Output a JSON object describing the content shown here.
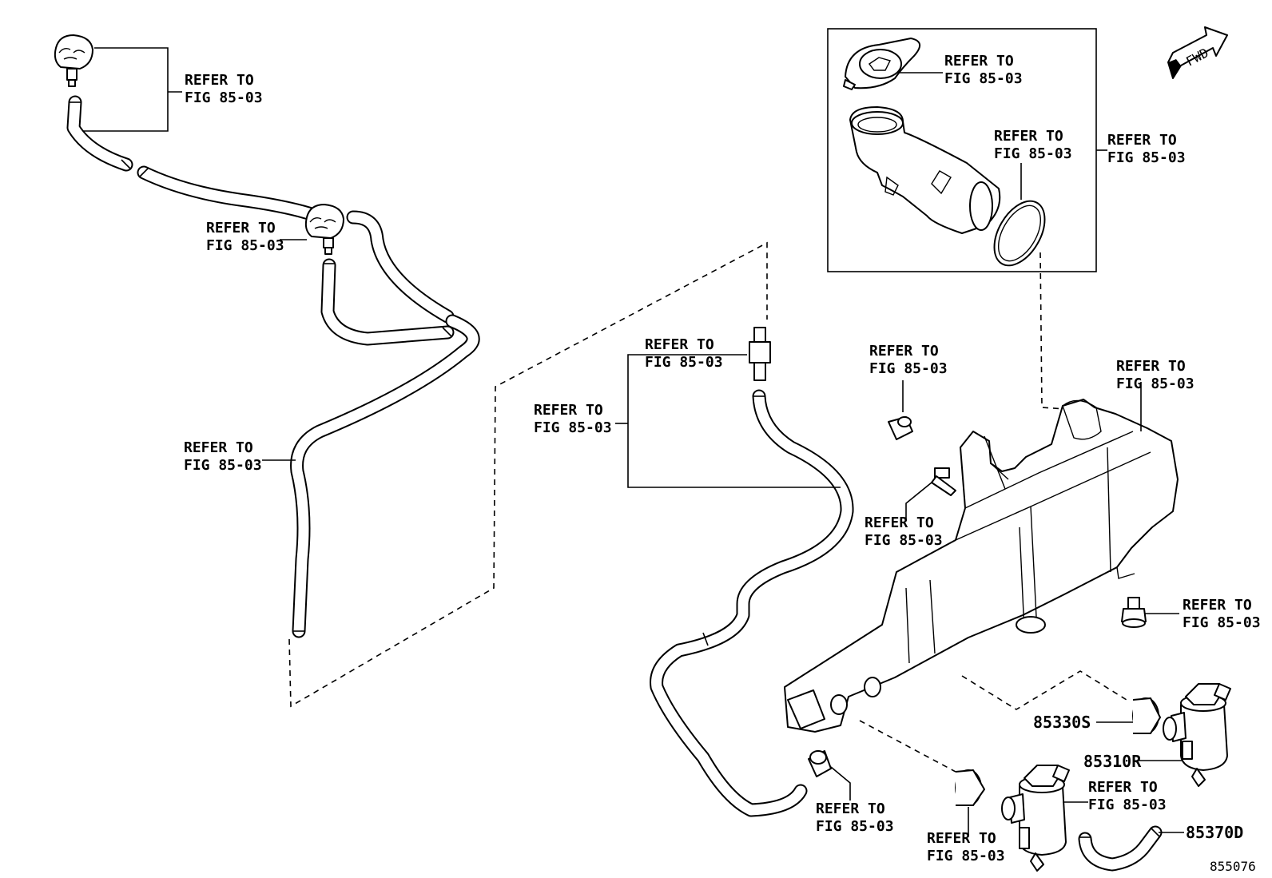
{
  "callout_line1": "REFER TO",
  "callout_line2": "FIG 85-03",
  "callouts": [
    {
      "id": "nozzle-left"
    },
    {
      "id": "nozzle-right"
    },
    {
      "id": "hose-left"
    },
    {
      "id": "cap"
    },
    {
      "id": "gasket"
    },
    {
      "id": "inlet-box"
    },
    {
      "id": "joint"
    },
    {
      "id": "hose-bracket"
    },
    {
      "id": "grommet-top"
    },
    {
      "id": "bolt-upper"
    },
    {
      "id": "tank"
    },
    {
      "id": "bolt-right"
    },
    {
      "id": "grommet-bottom"
    },
    {
      "id": "grommet-lower"
    },
    {
      "id": "pump-lower"
    }
  ],
  "part_numbers": {
    "grommet": "85330S",
    "pump": "85310R",
    "hose": "85370D"
  },
  "fwd_label": "FWD",
  "figure_number": "855076"
}
